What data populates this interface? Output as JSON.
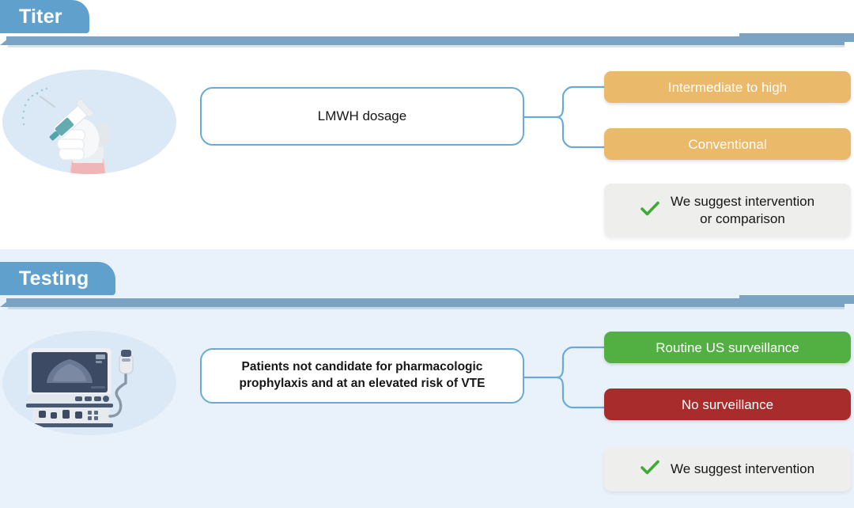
{
  "colors": {
    "tab_blue": "#5fa0cd",
    "rule_blue": "#7ba3c4",
    "node_border": "#6aabd6",
    "connector": "#6aabd6",
    "orange": "#eab96a",
    "green": "#52b043",
    "red": "#a82c2c",
    "suggest_gray": "#eeeeec",
    "check_green": "#3faa36",
    "section1_bg": "#ffffff",
    "section2_bg": "#e9f1fa",
    "oval_blue": "#dbe8f6"
  },
  "sections": [
    {
      "id": "titer",
      "title": "Titer",
      "illustration_icon": "syringe-gloved-hand-icon",
      "node": {
        "text": "LMWH dosage",
        "bold": false
      },
      "options": [
        {
          "label": "Intermediate to high",
          "color": "#eab96a"
        },
        {
          "label": "Conventional",
          "color": "#eab96a"
        }
      ],
      "suggestion": {
        "icon": "green-check-icon",
        "lines": [
          "We suggest intervention",
          "or comparison"
        ]
      }
    },
    {
      "id": "testing",
      "title": "Testing",
      "illustration_icon": "ultrasound-machine-icon",
      "node": {
        "text": "Patients not candidate for pharmacologic prophylaxis and at an elevated risk of VTE",
        "bold": true
      },
      "options": [
        {
          "label": "Routine US surveillance",
          "color": "#52b043"
        },
        {
          "label": "No surveillance",
          "color": "#a82c2c"
        }
      ],
      "suggestion": {
        "icon": "green-check-icon",
        "lines": [
          "We suggest intervention"
        ]
      }
    }
  ]
}
